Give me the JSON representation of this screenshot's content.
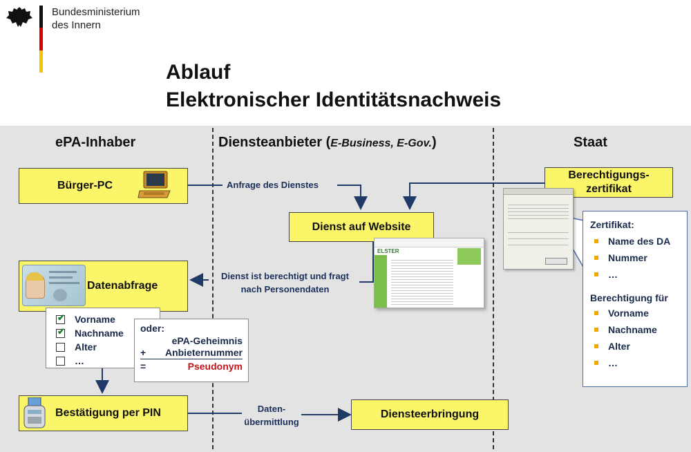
{
  "header": {
    "ministry_line1": "Bundesministerium",
    "ministry_line2": "des Innern",
    "title_line1": "Ablauf",
    "title_line2": "Elektronischer Identitätsnachweis"
  },
  "columns": {
    "col1": "ePA-Inhaber",
    "col2_main": "Diensteanbieter (",
    "col2_italic": "E-Business, E-Gov.",
    "col2_end": ")",
    "col3": "Staat"
  },
  "boxes": {
    "buerger_pc": "Bürger-PC",
    "dienst_website": "Dienst auf Website",
    "datenabfrage": "Datenabfrage",
    "bestaetigung": "Bestätigung per PIN",
    "diensteerbringung": "Diensteerbringung",
    "berechtigung_line1": "Berechtigungs-",
    "berechtigung_line2": "zertifikat"
  },
  "labels": {
    "anfrage": "Anfrage des Dienstes",
    "berechtigt_line1": "Dienst ist berechtigt und fragt",
    "berechtigt_line2": "nach Personendaten",
    "daten_line1": "Daten-",
    "daten_line2": "übermittlung"
  },
  "checklist": [
    {
      "label": "Vorname",
      "checked": true
    },
    {
      "label": "Nachname",
      "checked": true
    },
    {
      "label": "Alter",
      "checked": false
    },
    {
      "label": "…",
      "checked": false
    }
  ],
  "oder_box": {
    "heading": "oder:",
    "line1": "ePA-Geheimnis",
    "line2_op": "+",
    "line2": "Anbieternummer",
    "line3_op": "=",
    "line3": "Pseudonym"
  },
  "zertifikat_box": {
    "heading": "Zertifikat:",
    "items": [
      "Name des DA",
      "Nummer",
      "…"
    ],
    "heading2": "Berechtigung für",
    "items2": [
      "Vorname",
      "Nachname",
      "Alter",
      "…"
    ]
  },
  "website_mock": {
    "brand": "ELSTER"
  },
  "colors": {
    "box_yellow": "#fbf56a",
    "arrow_navy": "#1f3a66",
    "bullet_orange": "#f0a500",
    "pseudonym_red": "#c0151a",
    "background_grey": "#e3e3e3"
  }
}
